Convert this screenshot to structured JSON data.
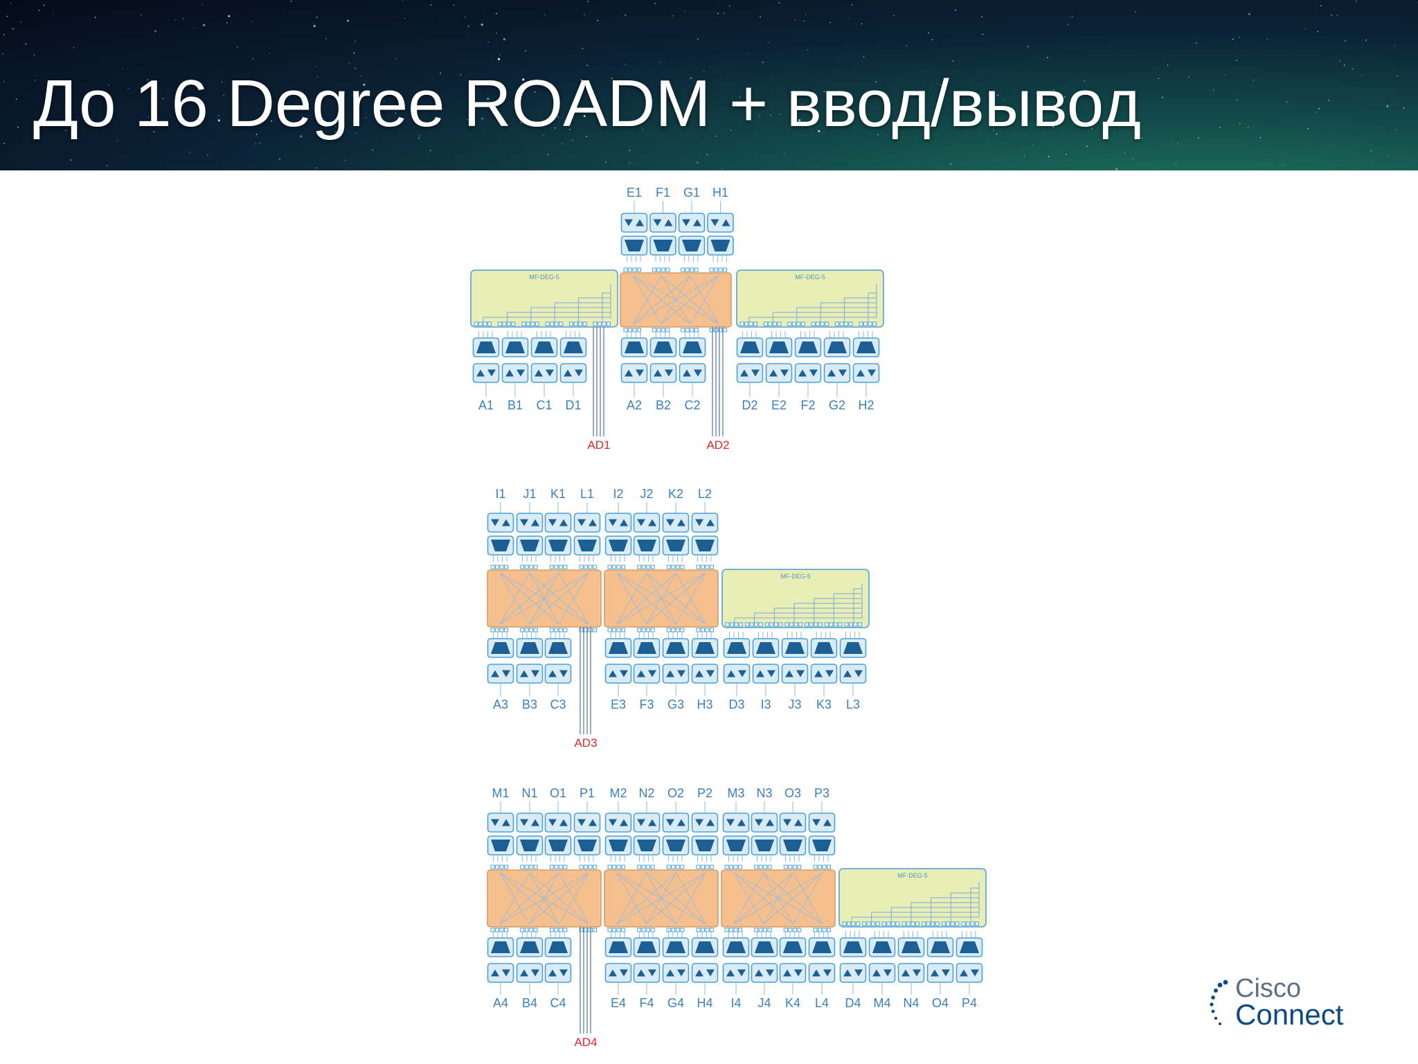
{
  "title": "До 16 Degree ROADM + ввод/вывод",
  "colors": {
    "label_blue": "#3a7fc1",
    "ad_red": "#e0262a",
    "box_fill": "#d9ecf6",
    "box_stroke": "#4aa0d8",
    "glyph_dark": "#1b5f95",
    "cross_fill": "#f6bf8e",
    "cross_stroke": "#d49a60",
    "deg_fill": "#e7efb6",
    "deg_stroke": "#63a9dc"
  },
  "module_label": "MF-DEG-5",
  "diagram": {
    "groups": [
      {
        "top_labels": [
          "E1",
          "F1",
          "G1",
          "H1"
        ],
        "bottom_labels": [
          "A1",
          "B1",
          "C1",
          "D1",
          "A2",
          "B2",
          "C2",
          "D2",
          "E2",
          "F2",
          "G2",
          "H2"
        ],
        "add_drop": [
          "AD1",
          "AD2"
        ]
      },
      {
        "top_labels": [
          "I1",
          "J1",
          "K1",
          "L1",
          "I2",
          "J2",
          "K2",
          "L2"
        ],
        "bottom_labels": [
          "A3",
          "B3",
          "C3",
          "E3",
          "F3",
          "G3",
          "H3",
          "D3",
          "I3",
          "J3",
          "K3",
          "L3"
        ],
        "add_drop": [
          "AD3"
        ]
      },
      {
        "top_labels": [
          "M1",
          "N1",
          "O1",
          "P1",
          "M2",
          "N2",
          "O2",
          "P2",
          "M3",
          "N3",
          "O3",
          "P3"
        ],
        "bottom_labels": [
          "A4",
          "B4",
          "C4",
          "E4",
          "F4",
          "G4",
          "H4",
          "I4",
          "J4",
          "K4",
          "L4",
          "D4",
          "M4",
          "N4",
          "O4",
          "P4"
        ],
        "add_drop": [
          "AD4"
        ]
      }
    ]
  },
  "logo": {
    "line1": "Cisco",
    "line2": "Connect"
  }
}
